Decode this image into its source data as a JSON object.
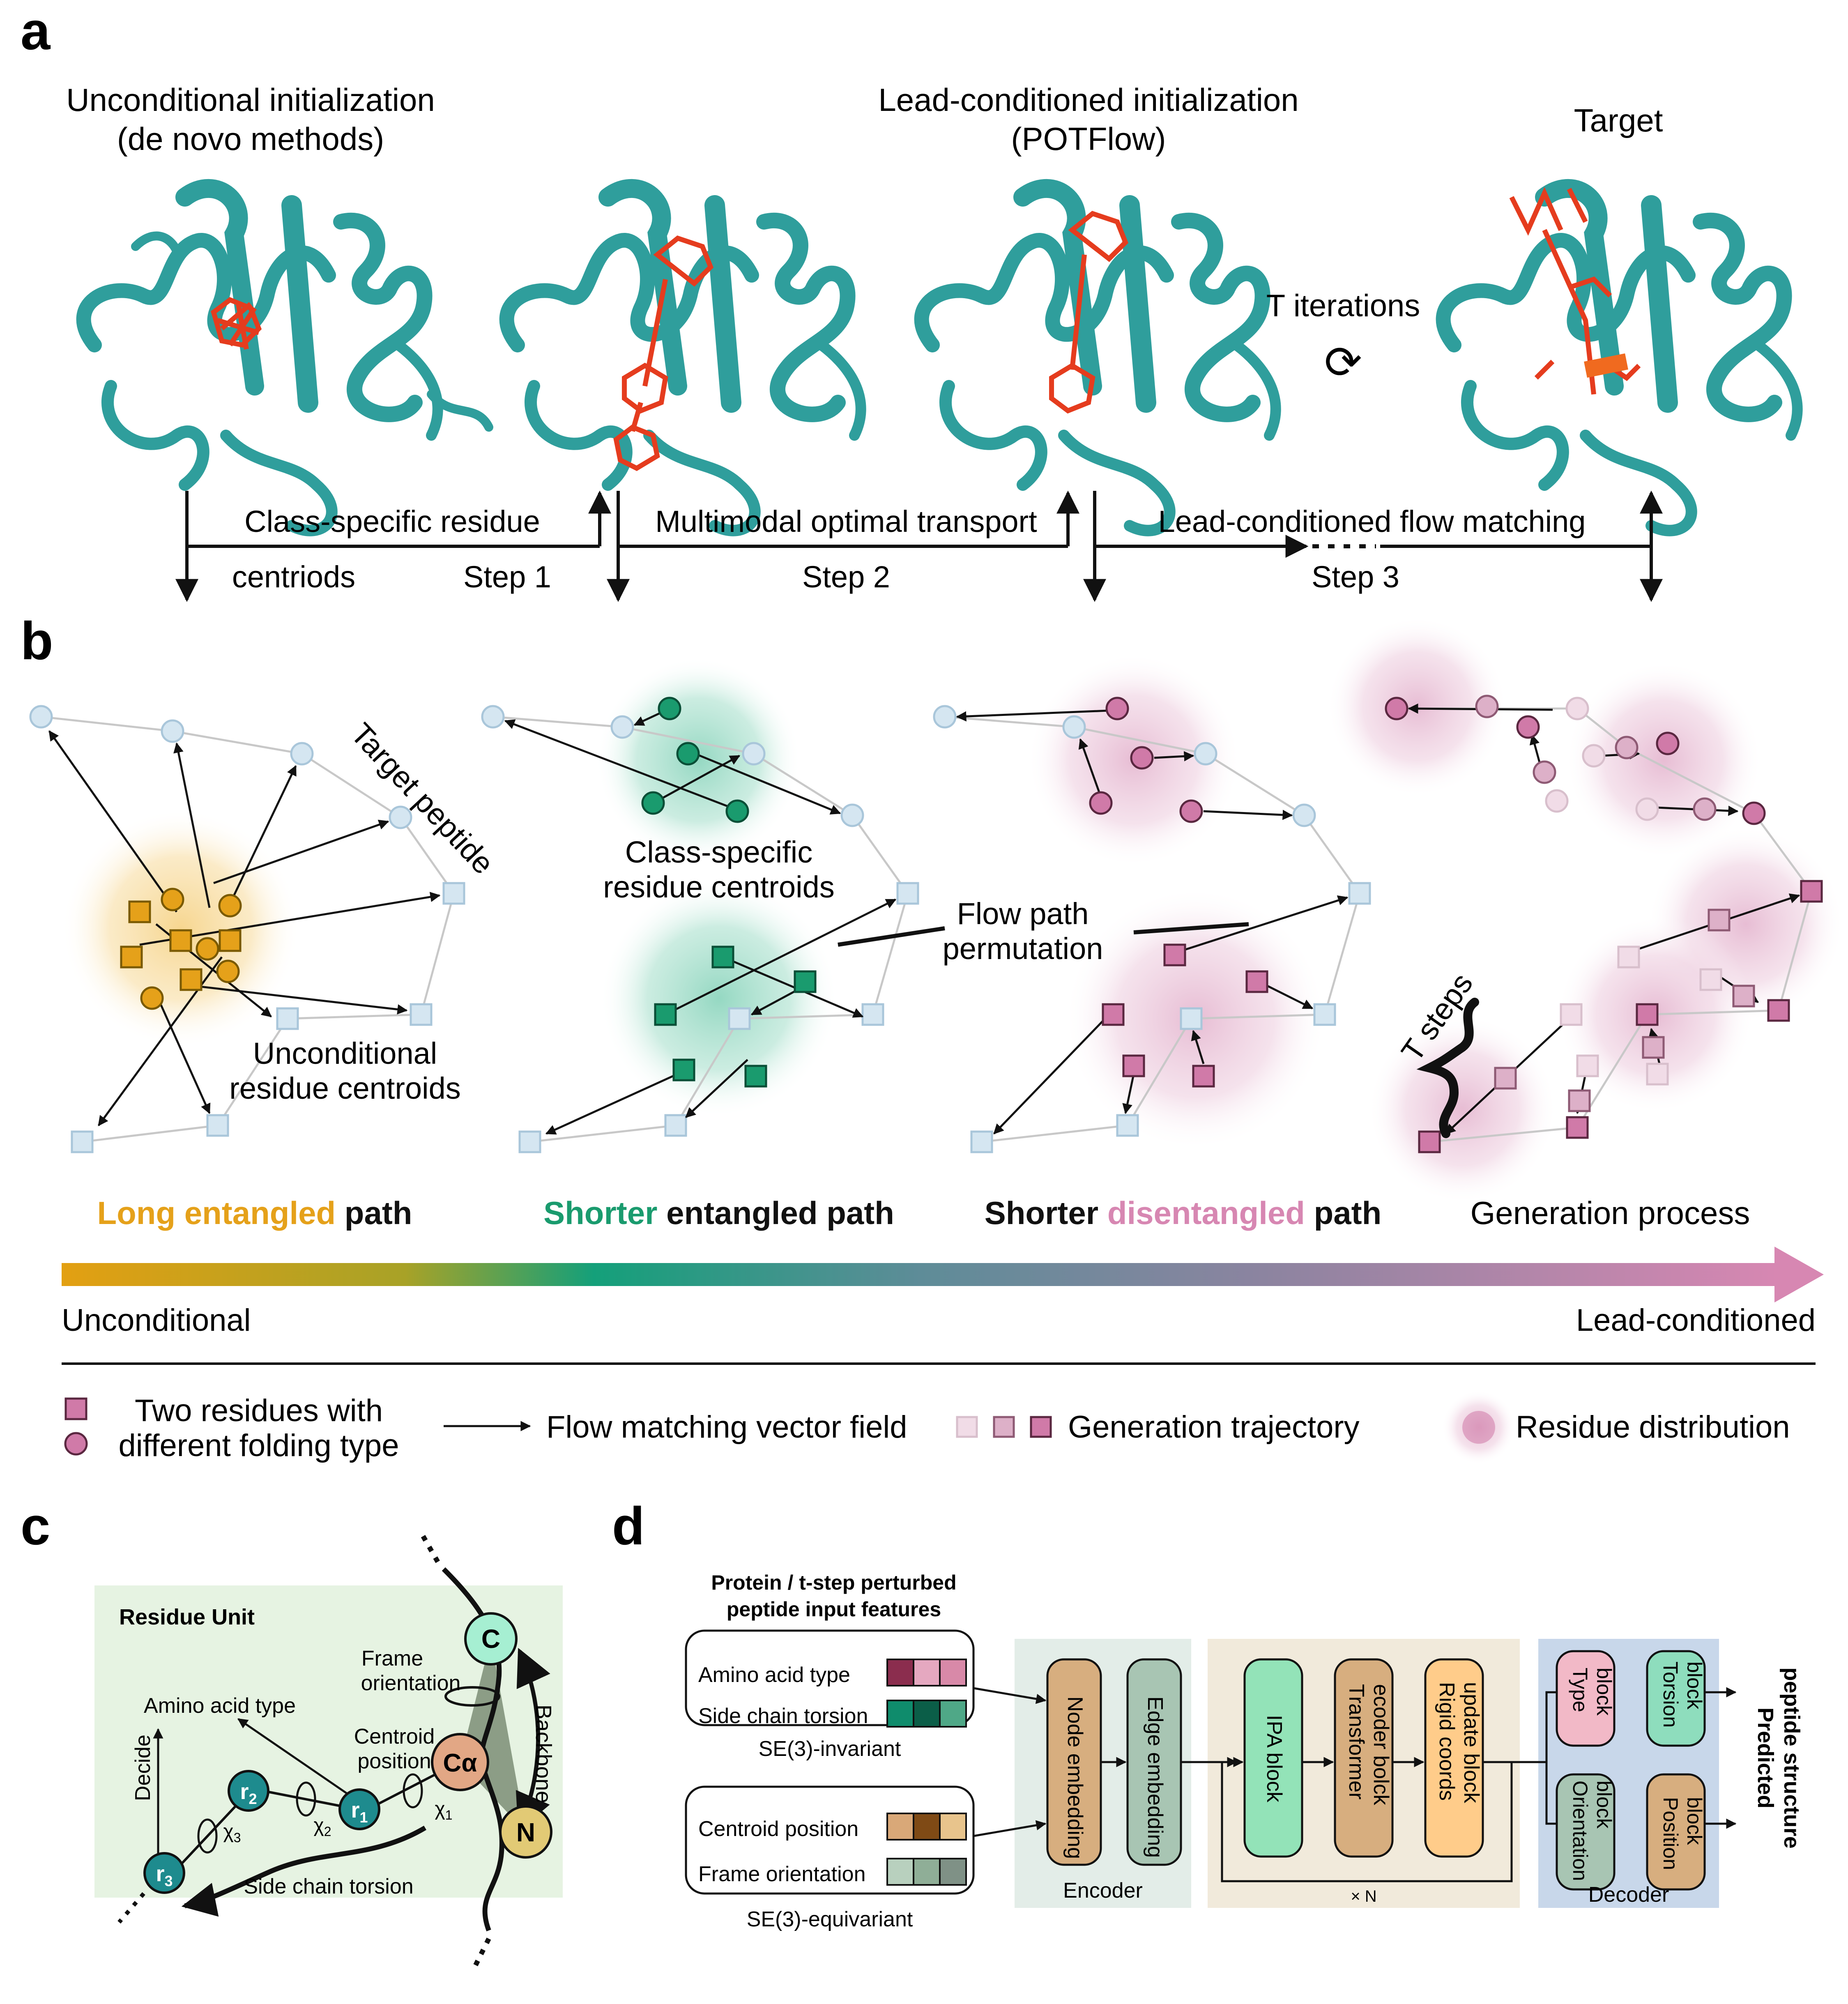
{
  "panel_letters": {
    "a": "a",
    "b": "b",
    "c": "c",
    "d": "d"
  },
  "panel_a": {
    "title_uncond_1": "Unconditional initialization",
    "title_uncond_2": "(de novo methods)",
    "title_lead_1": "Lead-conditioned initialization",
    "title_lead_2": "(POTFlow)",
    "title_target": "Target",
    "t_iterations": "T iterations",
    "loop_glyph": "⟳",
    "step1_top": "Class-specific residue",
    "step1_bottom": "centriods",
    "step1_label": "Step 1",
    "step2_top": "Multimodal optimal transport",
    "step2_label": "Step 2",
    "step3_top": "Lead-conditioned flow matching",
    "step3_label": "Step 3"
  },
  "panel_b": {
    "target_peptide": "Target peptide",
    "class_centroids_1": "Class-specific",
    "class_centroids_2": "residue centroids",
    "flow_perm_1": "Flow path",
    "flow_perm_2": "permutation",
    "uncond_centroids_1": "Unconditional",
    "uncond_centroids_2": "residue centroids",
    "t_steps": "T steps",
    "cap1_a": "Long entangled",
    "cap1_b": " path",
    "cap2_a": "Shorter",
    "cap2_b": " entangled path",
    "cap3_a": "Shorter ",
    "cap3_b": "disentangled",
    "cap3_c": " path",
    "cap4": "Generation process",
    "grad_left": "Unconditional",
    "grad_right": "Lead-conditioned",
    "legend_residues_1": "Two residues with",
    "legend_residues_2": "different folding type",
    "legend_vector": "Flow matching vector field",
    "legend_trajectory": "Generation trajectory",
    "legend_distribution": "Residue distribution",
    "colors": {
      "orange": "#E5A11A",
      "green": "#1A9B6E",
      "pink": "#D07AA8",
      "lightblue": "#CFE2EE"
    }
  },
  "panel_c": {
    "residue_unit": "Residue Unit",
    "c_atom": "C",
    "ca_atom": "Cα",
    "n_atom": "N",
    "r1": "r1",
    "r2": "r2",
    "r3": "r3",
    "r_base": "r",
    "r1_sub": "1",
    "r2_sub": "2",
    "r3_sub": "3",
    "frame_orientation_1": "Frame",
    "frame_orientation_2": "orientation",
    "centroid_position_1": "Centroid",
    "centroid_position_2": "position",
    "amino_acid_type": "Amino acid type",
    "decide": "Decide",
    "backbone": "Backbone",
    "side_chain_torsion": "Side chain torsion",
    "chi1": "χ1",
    "chi2": "χ2",
    "chi3": "χ3",
    "chi_base": "χ",
    "chi1_sub": "1",
    "chi2_sub": "2",
    "chi3_sub": "3"
  },
  "panel_d": {
    "input_title_1": "Protein / t-step perturbed",
    "input_title_2": "peptide input features",
    "amino_acid_type": "Amino acid type",
    "side_chain_torsion": "Side chain torsion",
    "invariant": "SE(3)-invariant",
    "centroid_position": "Centroid position",
    "frame_orientation": "Frame orientation",
    "equivariant": "SE(3)-equivariant",
    "node_embedding": "Node embedding",
    "edge_embedding": "Edge embedding",
    "encoder": "Encoder",
    "ipa_block": "IPA block",
    "transformer_1": "Transformer",
    "transformer_2": "ecoder bolck",
    "rigid_1": "Rigid coords",
    "rigid_2": "update block",
    "times_n": "× N",
    "type_1": "Type",
    "type_2": "block",
    "torsion_1": "Torsion",
    "torsion_2": "block",
    "orientation_1": "Orientation",
    "orientation_2": "block",
    "position_1": "Position",
    "position_2": "block",
    "decoder": "Decoder",
    "predicted_1": "Predicted",
    "predicted_2": "peptide structure",
    "colors": {
      "aa": [
        "#8B2D4E",
        "#E5A8C0",
        "#D889A8"
      ],
      "torsion": [
        "#0F8C6C",
        "#0B5E48",
        "#4FA887"
      ],
      "centroid": [
        "#D9A878",
        "#7F4A15",
        "#E8C48C"
      ],
      "frame": [
        "#B8D0BE",
        "#8FAE97",
        "#7F9186"
      ]
    }
  }
}
